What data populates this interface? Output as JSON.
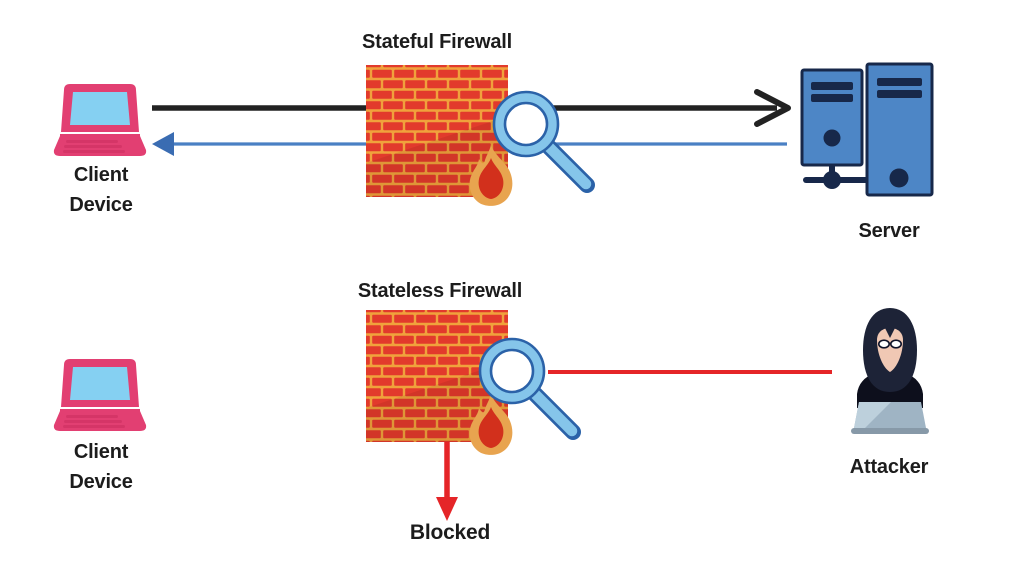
{
  "palette": {
    "background": "#ffffff",
    "text": "#1c1c1c",
    "brick_red": "#e23a2c",
    "brick_mortar": "#f0a23c",
    "flame_outer": "#e8a44f",
    "flame_inner": "#d2301c",
    "magnifier_blue": "#85c5ea",
    "magnifier_outline": "#2b62a8",
    "laptop_pink": "#e23f72",
    "laptop_pink_dark": "#c92d5d",
    "laptop_screen_blue": "#85d0f2",
    "server_blue": "#4d86c6",
    "server_outline": "#17284a",
    "attacker_hood": "#1d2337",
    "attacker_body": "#0d0f1c",
    "attacker_face": "#f0c8b4",
    "attacker_laptop": "#9fb4c4",
    "attacker_laptop_highlight": "#bdd0dc",
    "attacker_laptop_base": "#8799a8",
    "arrow_request": "#222222",
    "arrow_response": "#4a80c4",
    "arrow_response_head": "#3a6cb2",
    "arrow_attack": "#e52528"
  },
  "sections": {
    "stateful": {
      "title": "Stateful Firewall",
      "client": {
        "line1": "Client",
        "line2": "Device"
      },
      "server_label": "Server"
    },
    "stateless": {
      "title": "Stateless Firewall",
      "client": {
        "line1": "Client",
        "line2": "Device"
      },
      "attacker_label": "Attacker",
      "blocked_label": "Blocked"
    }
  }
}
